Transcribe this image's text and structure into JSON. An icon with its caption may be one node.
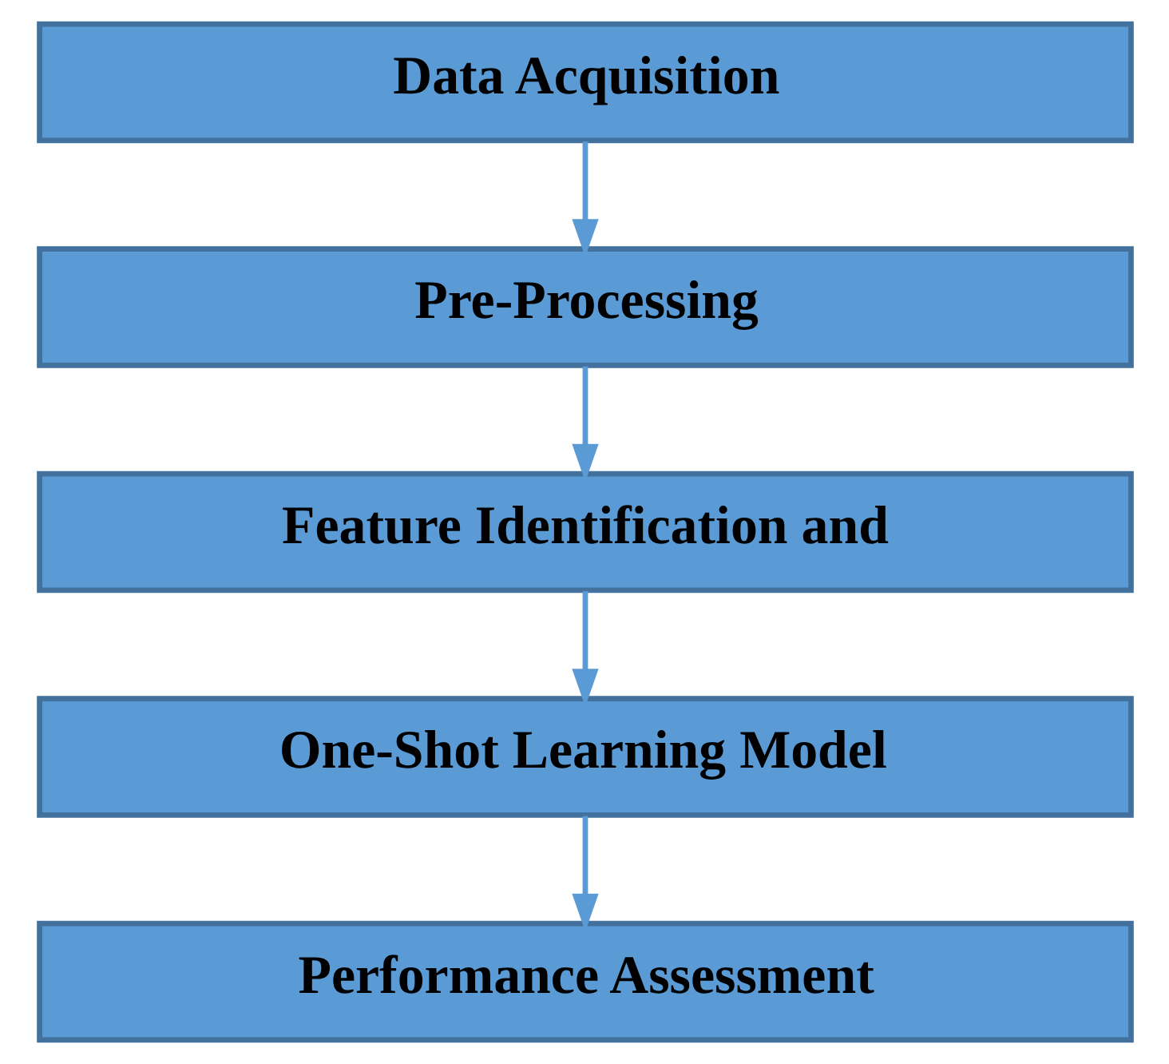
{
  "diagram": {
    "nodes": [
      {
        "text": [
          "Data Acquisition"
        ]
      },
      {
        "text": [
          "Pre-Processing"
        ]
      },
      {
        "text": [
          "Feature Identification and"
        ]
      },
      {
        "text": [
          "One-Shot Learning Model"
        ]
      },
      {
        "text": [
          "Performance Assessment"
        ]
      }
    ],
    "edges": [
      {
        "from": 0,
        "to": 1,
        "arrow": "to"
      },
      {
        "from": 1,
        "to": 2,
        "arrow": "to"
      },
      {
        "from": 2,
        "to": 3,
        "arrow": "to"
      },
      {
        "from": 3,
        "to": 4,
        "arrow": "to"
      }
    ]
  }
}
